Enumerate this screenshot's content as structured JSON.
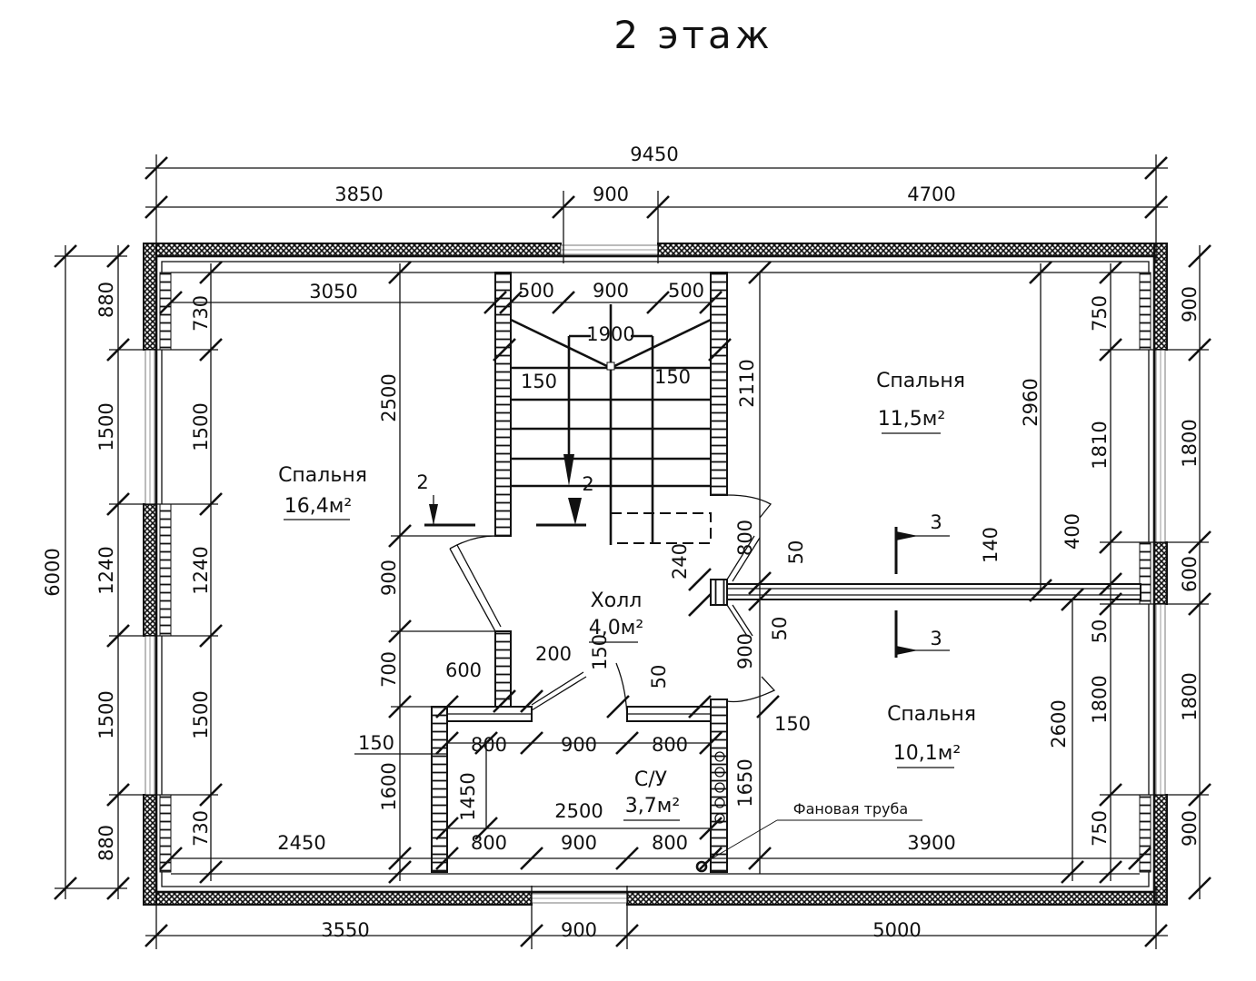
{
  "title": "2 этаж",
  "rooms": [
    {
      "name": "Спальня",
      "area": "16,4м²"
    },
    {
      "name": "Спальня",
      "area": "11,5м²"
    },
    {
      "name": "Спальня",
      "area": "10,1м²"
    }
  ],
  "hall": {
    "name": "Холл",
    "area": "4,0м²"
  },
  "bathroom": {
    "name": "С/У",
    "area": "3,7м²"
  },
  "annotation": "Фановая труба",
  "section_marks": [
    "2",
    "2",
    "3",
    "3"
  ],
  "dimensions": [
    "9450",
    "3850",
    "900",
    "4700",
    "3550",
    "900",
    "5000",
    "6000",
    "880",
    "1500",
    "1240",
    "1500",
    "880",
    "730",
    "1500",
    "1240",
    "1500",
    "730",
    "900",
    "1800",
    "600",
    "1800",
    "900",
    "750",
    "1810",
    "50",
    "1800",
    "750",
    "400",
    "140",
    "3050",
    "2500",
    "900",
    "700",
    "1600",
    "2450",
    "3900",
    "2960",
    "2600",
    "2110",
    "500",
    "900",
    "500",
    "1900",
    "150",
    "150",
    "240",
    "800",
    "50",
    "50",
    "900",
    "50",
    "150",
    "200",
    "150",
    "600",
    "150",
    "800",
    "900",
    "800",
    "2500",
    "1450",
    "1650",
    "800",
    "900",
    "800"
  ]
}
